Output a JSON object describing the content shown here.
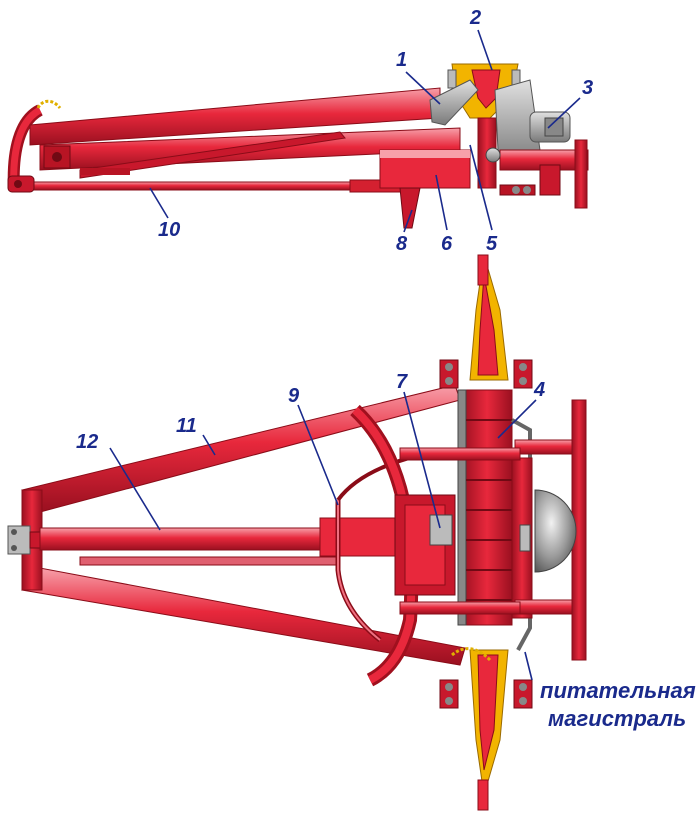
{
  "callouts": {
    "c1": "1",
    "c2": "2",
    "c3": "3",
    "c4": "4",
    "c5": "5",
    "c6": "6",
    "c7": "7",
    "c8": "8",
    "c9": "9",
    "c10": "10",
    "c11": "11",
    "c12": "12"
  },
  "feed_label_line1": "питательная",
  "feed_label_line2": "магистраль",
  "colors": {
    "frame_red": "#e8283c",
    "frame_light": "#f7a0aa",
    "frame_dark": "#a0101e",
    "pad_yellow": "#f2b400",
    "drum_gray": "#9a9a9a",
    "label_blue": "#1a2a8c"
  }
}
